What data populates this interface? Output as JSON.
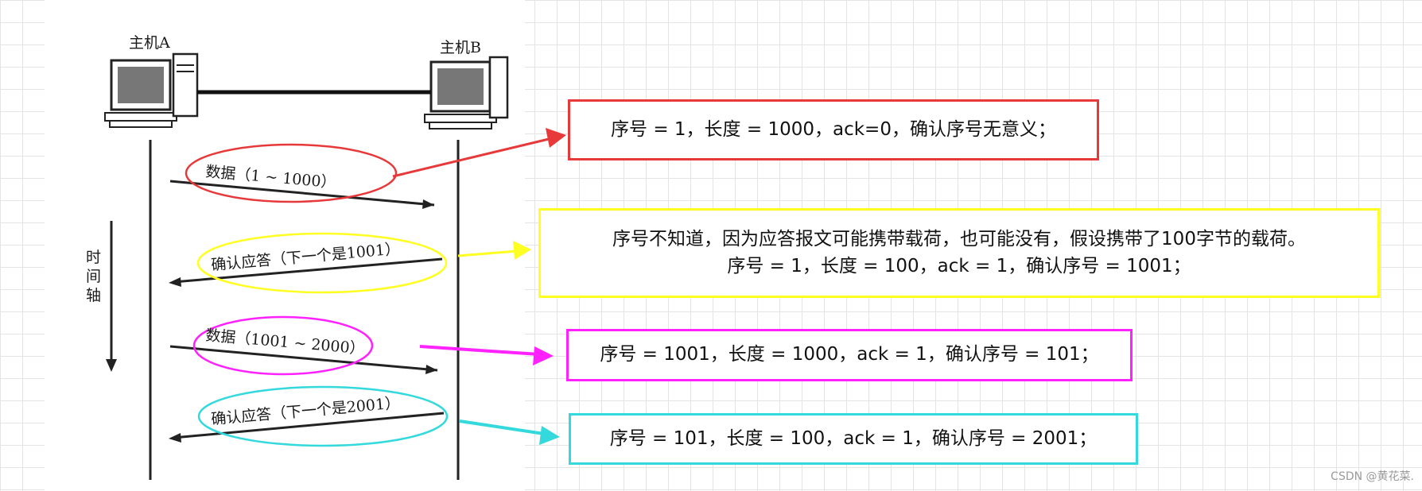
{
  "diagram": {
    "host_a": "主机A",
    "host_b": "主机B",
    "time_axis": [
      "时",
      "间",
      "轴"
    ],
    "messages": [
      {
        "text": "数据（1 ~ 1000）",
        "direction": "A→B",
        "ellipse_color": "#e8393a"
      },
      {
        "text": "确认应答（下一个是1001）",
        "direction": "B→A",
        "ellipse_color": "#ffff22"
      },
      {
        "text": "数据（1001 ~ 2000）",
        "direction": "A→B",
        "ellipse_color": "#ff22ff"
      },
      {
        "text": "确认应答（下一个是2001）",
        "direction": "B→A",
        "ellipse_color": "#33d9dd"
      }
    ]
  },
  "annotations": [
    {
      "lines": [
        "序号 = 1，长度 = 1000，ack=0，确认序号无意义；"
      ],
      "color": "#e8393a"
    },
    {
      "lines": [
        "序号不知道，因为应答报文可能携带载荷，也可能没有，假设携带了100字节的载荷。",
        "序号 = 1，长度 = 100，ack = 1，确认序号 = 1001；"
      ],
      "color": "#ffff22"
    },
    {
      "lines": [
        "序号 = 1001，长度 = 1000，ack = 1，确认序号 = 101；"
      ],
      "color": "#ff22ff"
    },
    {
      "lines": [
        "序号 = 101，长度 = 100，ack = 1，确认序号 = 2001；"
      ],
      "color": "#33d9dd"
    }
  ],
  "watermark": "CSDN @黄花菜."
}
